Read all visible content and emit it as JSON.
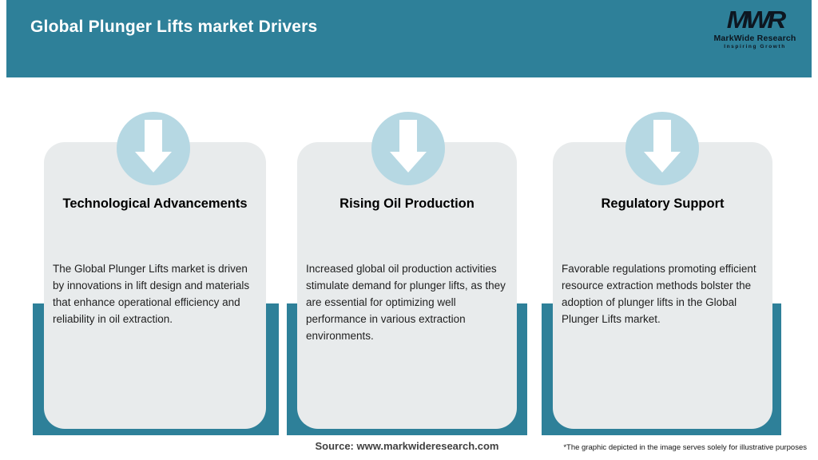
{
  "header": {
    "title": "Global Plunger Lifts market Drivers"
  },
  "logo": {
    "monogram": "MWR",
    "name": "MarkWide Research",
    "tagline": "Inspiring Growth"
  },
  "cards": [
    {
      "icon": "down-arrow-icon",
      "title": "Technological Advancements",
      "body": "The Global Plunger Lifts market is driven by innovations in lift design and materials that enhance operational efficiency and reliability in oil extraction."
    },
    {
      "icon": "down-arrow-icon",
      "title": "Rising Oil Production",
      "body": "Increased global oil production activities stimulate demand for plunger lifts, as they are essential for optimizing well performance in various extraction environments."
    },
    {
      "icon": "down-arrow-icon",
      "title": "Regulatory Support",
      "body": "Favorable regulations promoting efficient resource extraction methods bolster the adoption of plunger lifts in the Global Plunger Lifts market."
    }
  ],
  "footer": {
    "source": "Source: www.markwideresearch.com",
    "disclaimer": "*The graphic depicted in the image serves solely for illustrative purposes"
  },
  "colors": {
    "teal": "#2e8099",
    "card_background": "#e8ebec",
    "circle_blue": "#b6d8e3",
    "arrow_white": "#ffffff",
    "logo_black": "#0d1620"
  }
}
